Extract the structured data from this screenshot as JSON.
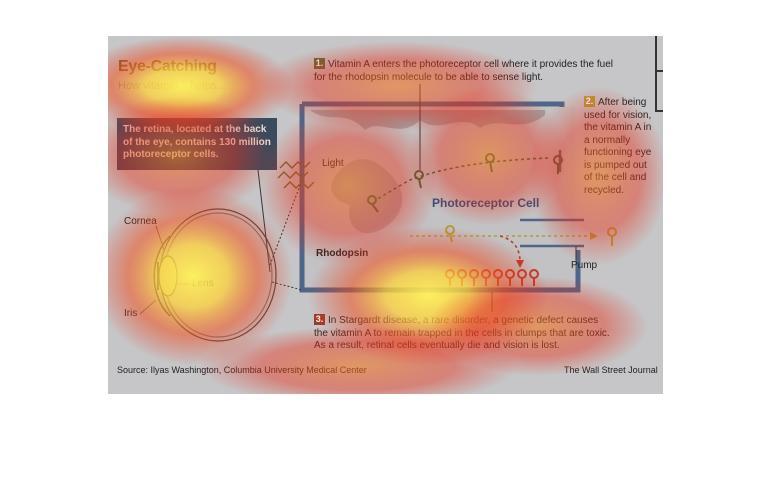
{
  "header": {
    "title": "Eye-Catching",
    "subtitle": "How vitamin A helps..."
  },
  "callout": {
    "text": "The retina, located at the back of the eye, contains 130 million photoreceptor cells."
  },
  "steps": {
    "s1": {
      "num": "1.",
      "text": "Vitamin A enters the photoreceptor cell where it provides the fuel for the rhodopsin molecule to be able to sense light."
    },
    "s2": {
      "num": "2.",
      "text": "After being used for vision, the vitamin A in a normally functioning eye is pumped out of the cell and recycled."
    },
    "s3": {
      "num": "3.",
      "text": "In Stargardt disease, a rare disorder, a genetic defect causes the vitamin A to remain trapped in the cells in clumps that are toxic. As a result, retinal cells eventually die and vision is lost."
    }
  },
  "labels": {
    "light": "Light",
    "cell": "Photoreceptor Cell",
    "rhodopsin": "Rhodopsin",
    "pump": "Pump",
    "cornea": "Cornea",
    "lens": "Lens",
    "iris": "Iris"
  },
  "footer": {
    "source": "Source: Ilyas Washington, Columbia University Medical Center",
    "credit": "The Wall Street Journal"
  },
  "colors": {
    "background": "#c6c6c8",
    "cell_border": "#4f6688",
    "vitamin_green": "#3a6b3a",
    "vitamin_gold": "#b59a35",
    "clump_red": "#c0392b",
    "heat_red": "#e8301a",
    "heat_yellow": "#fff25a"
  }
}
